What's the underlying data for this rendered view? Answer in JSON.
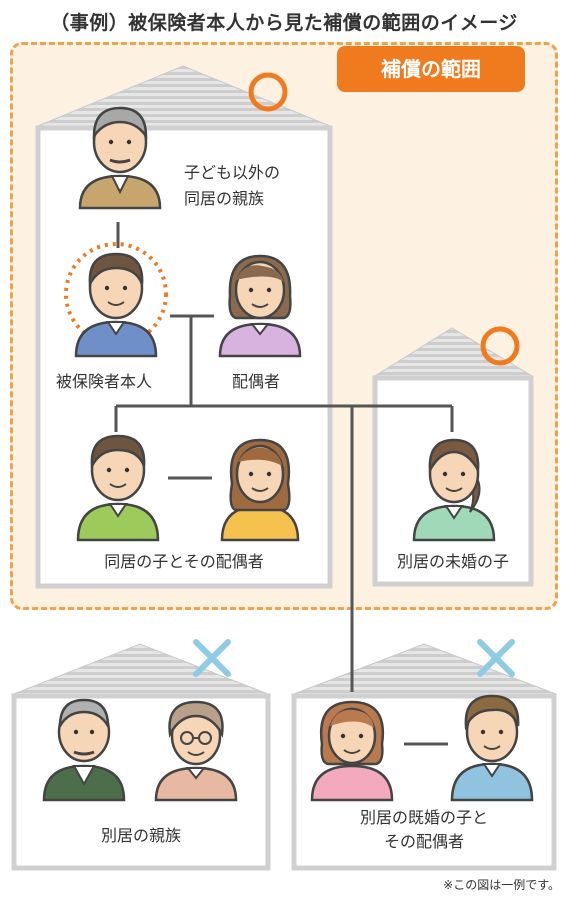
{
  "title": "（事例）被保険者本人から見た補償の範囲のイメージ",
  "scope_label": "補償の範囲",
  "labels": {
    "relatives_cohabiting": [
      "子ども以外の",
      "同居の親族"
    ],
    "insured": "被保険者本人",
    "spouse": "配偶者",
    "cohabiting_child": "同居の子とその配偶者",
    "separate_unmarried": "別居の未婚の子",
    "separate_relatives": "別居の親族",
    "separate_married": [
      "別居の既婚の子と",
      "その配偶者"
    ]
  },
  "marks": {
    "covered": "○",
    "not_covered": "×"
  },
  "note": "※この図は一例です。",
  "colors": {
    "accent": "#f07a1e",
    "scope_bg": "#fdf1e1",
    "scope_border": "#f0a24a",
    "cross": "#8fcbe6",
    "roof": "#d4d4d4",
    "house_border": "#cfcfcf",
    "line": "#555555"
  }
}
